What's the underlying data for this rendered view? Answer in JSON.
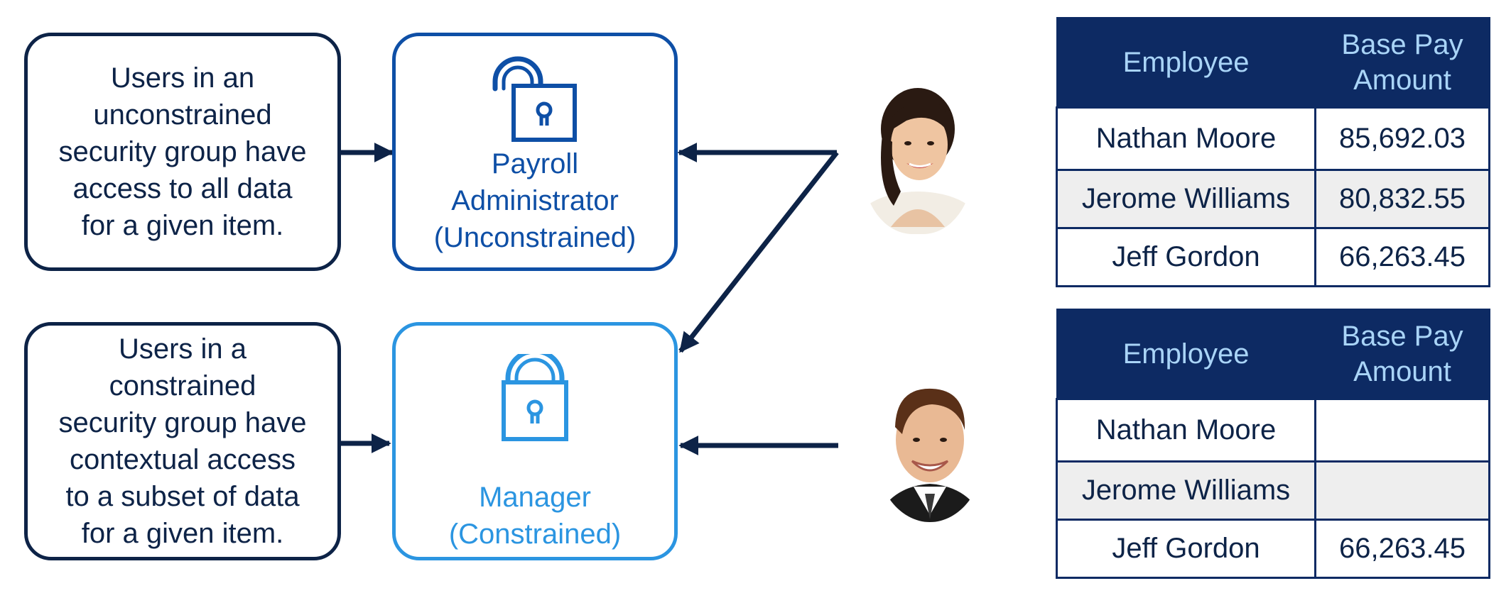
{
  "descriptions": {
    "unconstrained": [
      "Users in an",
      "unconstrained",
      "security group have",
      "access to all data",
      "for a given item."
    ],
    "constrained": [
      "Users in a",
      "constrained",
      "security group have",
      "contextual access",
      "to a subset of data",
      "for a given item."
    ]
  },
  "roles": {
    "admin": [
      "Payroll",
      "Administrator",
      "(Unconstrained)"
    ],
    "manager": [
      "Manager",
      "(Constrained)"
    ]
  },
  "tables": {
    "admin": {
      "headers": [
        "Employee",
        "Base Pay Amount"
      ],
      "rows": [
        {
          "employee": "Nathan Moore",
          "pay": "85,692.03"
        },
        {
          "employee": "Jerome Williams",
          "pay": "80,832.55"
        },
        {
          "employee": "Jeff Gordon",
          "pay": "66,263.45"
        }
      ]
    },
    "manager": {
      "headers": [
        "Employee",
        "Base Pay Amount"
      ],
      "rows": [
        {
          "employee": "Nathan Moore",
          "pay": ""
        },
        {
          "employee": "Jerome Williams",
          "pay": ""
        },
        {
          "employee": "Jeff Gordon",
          "pay": "66,263.45"
        }
      ]
    }
  },
  "icons": [
    "unlocked-padlock-icon",
    "locked-padlock-icon",
    "woman-avatar",
    "man-avatar"
  ],
  "colors": {
    "navy": "#0d2347",
    "admin_blue": "#0e4fa6",
    "manager_blue": "#2b95e1",
    "table_header_bg": "#0d2a63",
    "table_header_text": "#a9d4f7",
    "alt_row": "#eeeeee"
  }
}
